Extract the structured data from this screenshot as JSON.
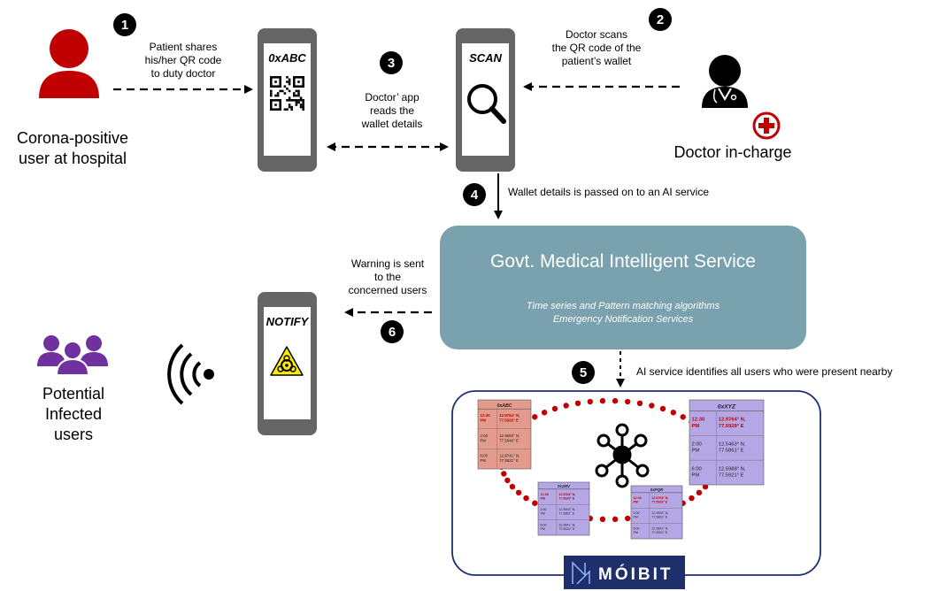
{
  "steps": {
    "s1": {
      "number": "1",
      "text": [
        "Patient shares",
        "his/her QR code",
        "to duty doctor"
      ]
    },
    "s2": {
      "number": "2",
      "text": [
        "Doctor scans",
        "the QR code of the",
        "patient’s wallet"
      ]
    },
    "s3": {
      "number": "3",
      "text": [
        "Doctor’ app",
        "reads the",
        "wallet details"
      ]
    },
    "s4": {
      "number": "4",
      "text": "Wallet details is passed on to an AI service"
    },
    "s5": {
      "number": "5",
      "text": "AI service identifies all users who were present nearby"
    },
    "s6": {
      "number": "6",
      "text": [
        "Warning is sent",
        "to the",
        "concerned users"
      ]
    }
  },
  "actors": {
    "patient": {
      "icon": "patient-user-icon",
      "label": [
        "Corona-positive",
        "user at hospital"
      ]
    },
    "doctor": {
      "icon": "doctor-icon",
      "label": "Doctor in-charge"
    },
    "potential_users": {
      "icon": "user-group-icon",
      "label": [
        "Potential",
        "Infected",
        "users"
      ]
    }
  },
  "phones": {
    "qr": {
      "title": "0xABC",
      "icon": "qr-code-icon"
    },
    "scan": {
      "title": "SCAN",
      "icon": "magnifier-icon"
    },
    "notify": {
      "title": "NOTIFY",
      "icon": "biohazard-icon"
    }
  },
  "service": {
    "title": "Govt. Medical Intelligent Service",
    "line1": "Time series and Pattern matching algorithms",
    "line2": "Emergency Notification Services",
    "color": "#7aa1ae"
  },
  "storage": {
    "logo_text": "MÓIBIT",
    "wallets": [
      {
        "title": "0xABC",
        "color": "#e39b8d",
        "rows": [
          {
            "time": "12:30 PM",
            "loc": "12.9764° N, 77.5929° E"
          },
          {
            "time": "2:00 PM",
            "loc": "12.9593° N, 77.5846° E"
          },
          {
            "time": "6:00 PM",
            "loc": "12.9741° N, 77.5921° E"
          }
        ]
      },
      {
        "title": "0xXYZ",
        "color": "#b5a7e6",
        "rows": [
          {
            "time": "12:30 PM",
            "loc": "12.9764° N, 77.5929° E"
          },
          {
            "time": "2:00 PM",
            "loc": "12.5463° N, 77.5861° E"
          },
          {
            "time": "6:00 PM",
            "loc": "12.5988° N, 77.5921° E"
          }
        ]
      },
      {
        "title": "0x1MV",
        "color": "#b5a7e6",
        "rows": [
          {
            "time": "12:30 PM",
            "loc": "12.9764° N, 77.5929° E"
          },
          {
            "time": "2:00 PM",
            "loc": "12.9593° N, 77.5861° E"
          },
          {
            "time": "6:00 PM",
            "loc": "12.9841° N, 77.5921° E"
          }
        ]
      },
      {
        "title": "0xPQR",
        "color": "#b5a7e6",
        "rows": [
          {
            "time": "12:30 PM",
            "loc": "12.9764° N, 77.5929° E"
          },
          {
            "time": "2:00 PM",
            "loc": "12.9593° N, 77.5861° E"
          },
          {
            "time": "6:00 PM",
            "loc": "12.9841° N, 77.5921° E"
          }
        ]
      }
    ]
  },
  "colors": {
    "person_red": "#c00000",
    "group_purple": "#7030a0",
    "phone": "#666666",
    "highlight_red": "#c00000",
    "dots": "#c00000"
  }
}
